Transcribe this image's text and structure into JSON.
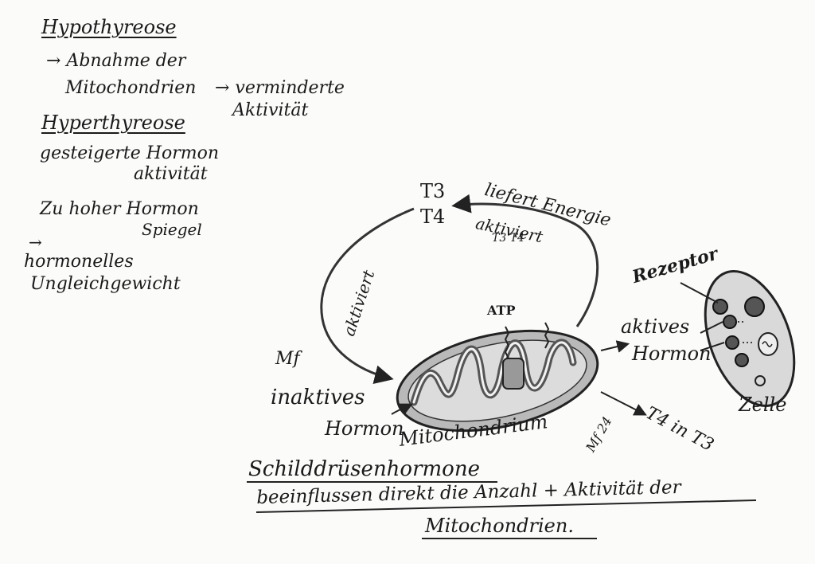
{
  "notes": {
    "hypo_title": "Hypothyreose",
    "hypo_line1": "→ Abnahme der",
    "hypo_line2": "Mitochondrien",
    "hypo_line3": "→ verminderte",
    "hypo_line4": "Aktivität",
    "hyper_title": "Hyperthyreose",
    "hyper_line1": "gesteigerte Hormon",
    "hyper_line2": "aktivität",
    "hyper_line3": "Zu hoher Hormon",
    "hyper_line4": "Spiegel",
    "arrow_mark": "→",
    "imbalance_line1": "hormonelles",
    "imbalance_line2": "Ungleichgewicht"
  },
  "diagram": {
    "t3": "T3",
    "t4": "T4",
    "liefert_energie": "liefert Energie",
    "aktiviert_right": "aktiviert",
    "t3t4_small": "T3 T4",
    "aktiviert_left": "aktiviert",
    "atp": "ATP",
    "inaktives_line1": "inaktives",
    "inaktives_line2": "Hormon",
    "mitochondrium_label": "Mitochondrium",
    "aktives_line1": "aktives",
    "aktives_line2": "Hormon",
    "t4_in_t3": "T4 in T3",
    "rezeptor": "Rezeptor",
    "zelle": "Zelle",
    "initials_left": "Mf",
    "initials_bottom": "Mf 24"
  },
  "summary": {
    "title": "Schilddrüsenhormone",
    "line1": "beeinflussen direkt die Anzahl + Aktivität der",
    "line2": "Mitochondrien."
  }
}
